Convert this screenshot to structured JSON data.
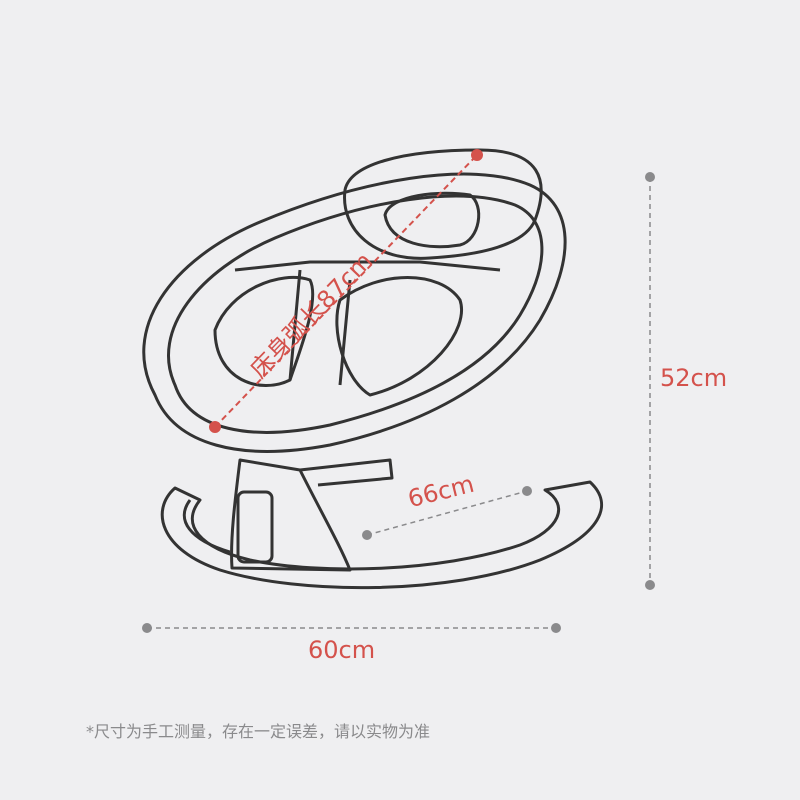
{
  "dimensions": {
    "height": "52cm",
    "width": "60cm",
    "base_length": "66cm",
    "seat_arc_length": "床身弧长87cm"
  },
  "note": "*尺寸为手工测量，存在一定误差，请以实物为准",
  "colors": {
    "background": "#efeff1",
    "accent_red": "#d4524c",
    "line_gray": "#8a8a8c",
    "outline": "#333333"
  }
}
